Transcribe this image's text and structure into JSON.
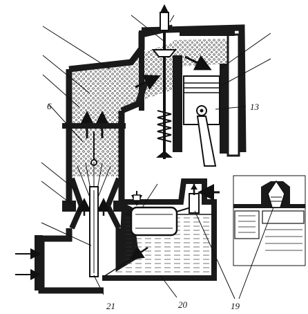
{
  "labels": {
    "n6": "6",
    "n13": "13",
    "n19": "19",
    "n20": "20",
    "n21": "21"
  },
  "colors": {
    "ink": "#111111",
    "paper": "#ffffff",
    "wall": "#1a1a1a"
  }
}
